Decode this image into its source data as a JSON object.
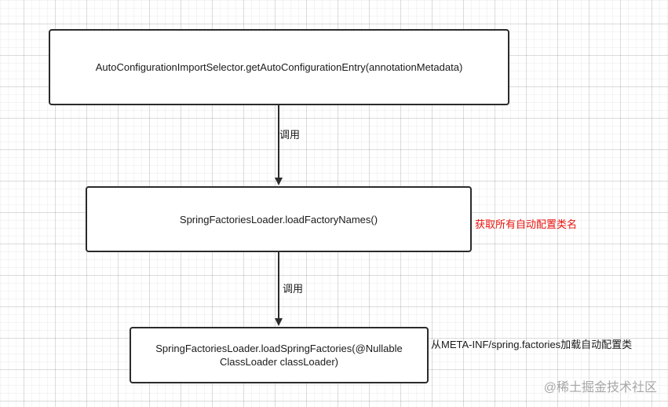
{
  "nodes": [
    {
      "text": "AutoConfigurationImportSelector.getAutoConfigurationEntry(annotationMetadata)"
    },
    {
      "text": "SpringFactoriesLoader.loadFactoryNames()"
    },
    {
      "text": "SpringFactoriesLoader.loadSpringFactories(@Nullable ClassLoader classLoader)"
    }
  ],
  "edges": [
    {
      "label": "调用"
    },
    {
      "label": "调用"
    }
  ],
  "notes": [
    {
      "text": "获取所有自动配置类名",
      "color": "#e8120c"
    },
    {
      "text": "从META-INF/spring.factories加载自动配置类",
      "color": "#1a1a1a"
    }
  ],
  "watermark": "@稀土掘金技术社区"
}
